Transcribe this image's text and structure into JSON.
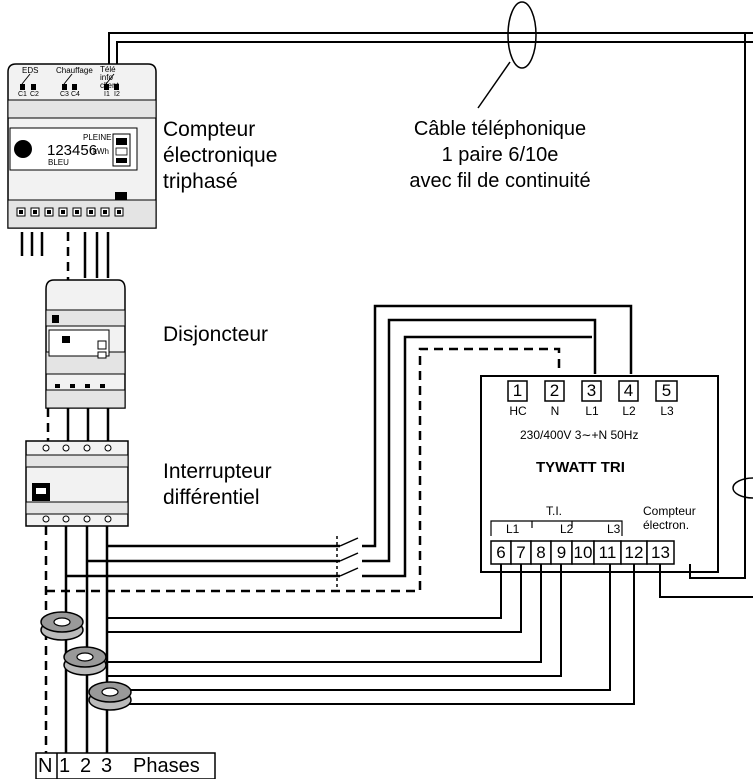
{
  "labels": {
    "meter": [
      "Compteur",
      "électronique",
      "triphasé"
    ],
    "breaker": "Disjoncteur",
    "rcd": [
      "Interrupteur",
      "différentiel"
    ],
    "cable": [
      "Câble téléphonique",
      "1 paire 6/10e",
      "avec fil de continuité"
    ]
  },
  "meter_panel": {
    "top_labels": [
      "EDS",
      "Chauffage",
      "Télé info client"
    ],
    "top_terminals": [
      "C1",
      "C2",
      "C3",
      "C4",
      "I1",
      "I2"
    ],
    "lcd_status": "PLEINE",
    "lcd_value": "123456",
    "lcd_unit": "kWh",
    "lcd_tariff": "BLEU"
  },
  "device": {
    "name": "TYWATT TRI",
    "spec": "230/400V  3∼+N  50Hz",
    "top_terminals": [
      "1",
      "2",
      "3",
      "4",
      "5"
    ],
    "top_terminal_labels": [
      "HC",
      "N",
      "L1",
      "L2",
      "L3"
    ],
    "ti_label": "T.I.",
    "ti_phase_labels": [
      "L1",
      "L2",
      "L3"
    ],
    "compteur_label": [
      "Compteur",
      "électron."
    ],
    "bottom_terminals": [
      "6",
      "7",
      "8",
      "9",
      "10",
      "11",
      "12",
      "13"
    ]
  },
  "legend": {
    "neutral": "N",
    "phases": [
      "1",
      "2",
      "3"
    ],
    "phases_label": "Phases"
  }
}
